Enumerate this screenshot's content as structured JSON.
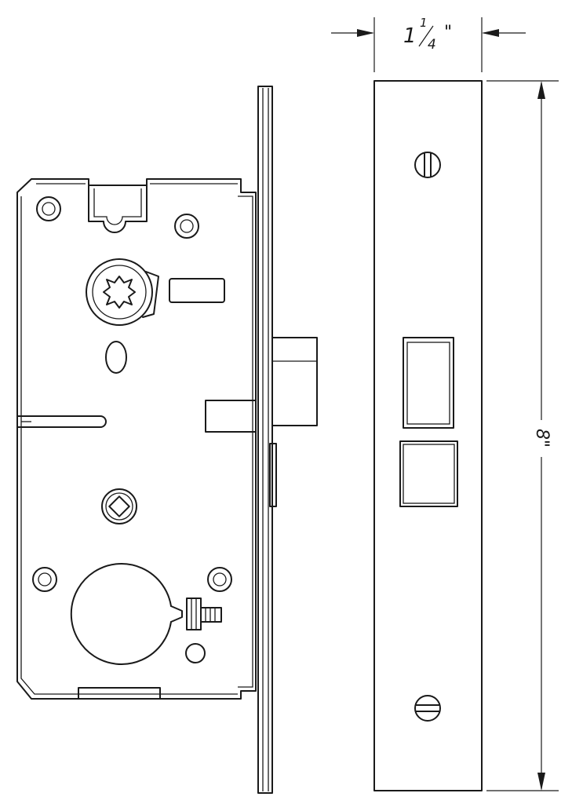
{
  "dimensions": {
    "width_whole": "1",
    "width_numerator": "1",
    "width_denominator": "4",
    "width_inch_mark": "\"",
    "height_label": "8\""
  }
}
